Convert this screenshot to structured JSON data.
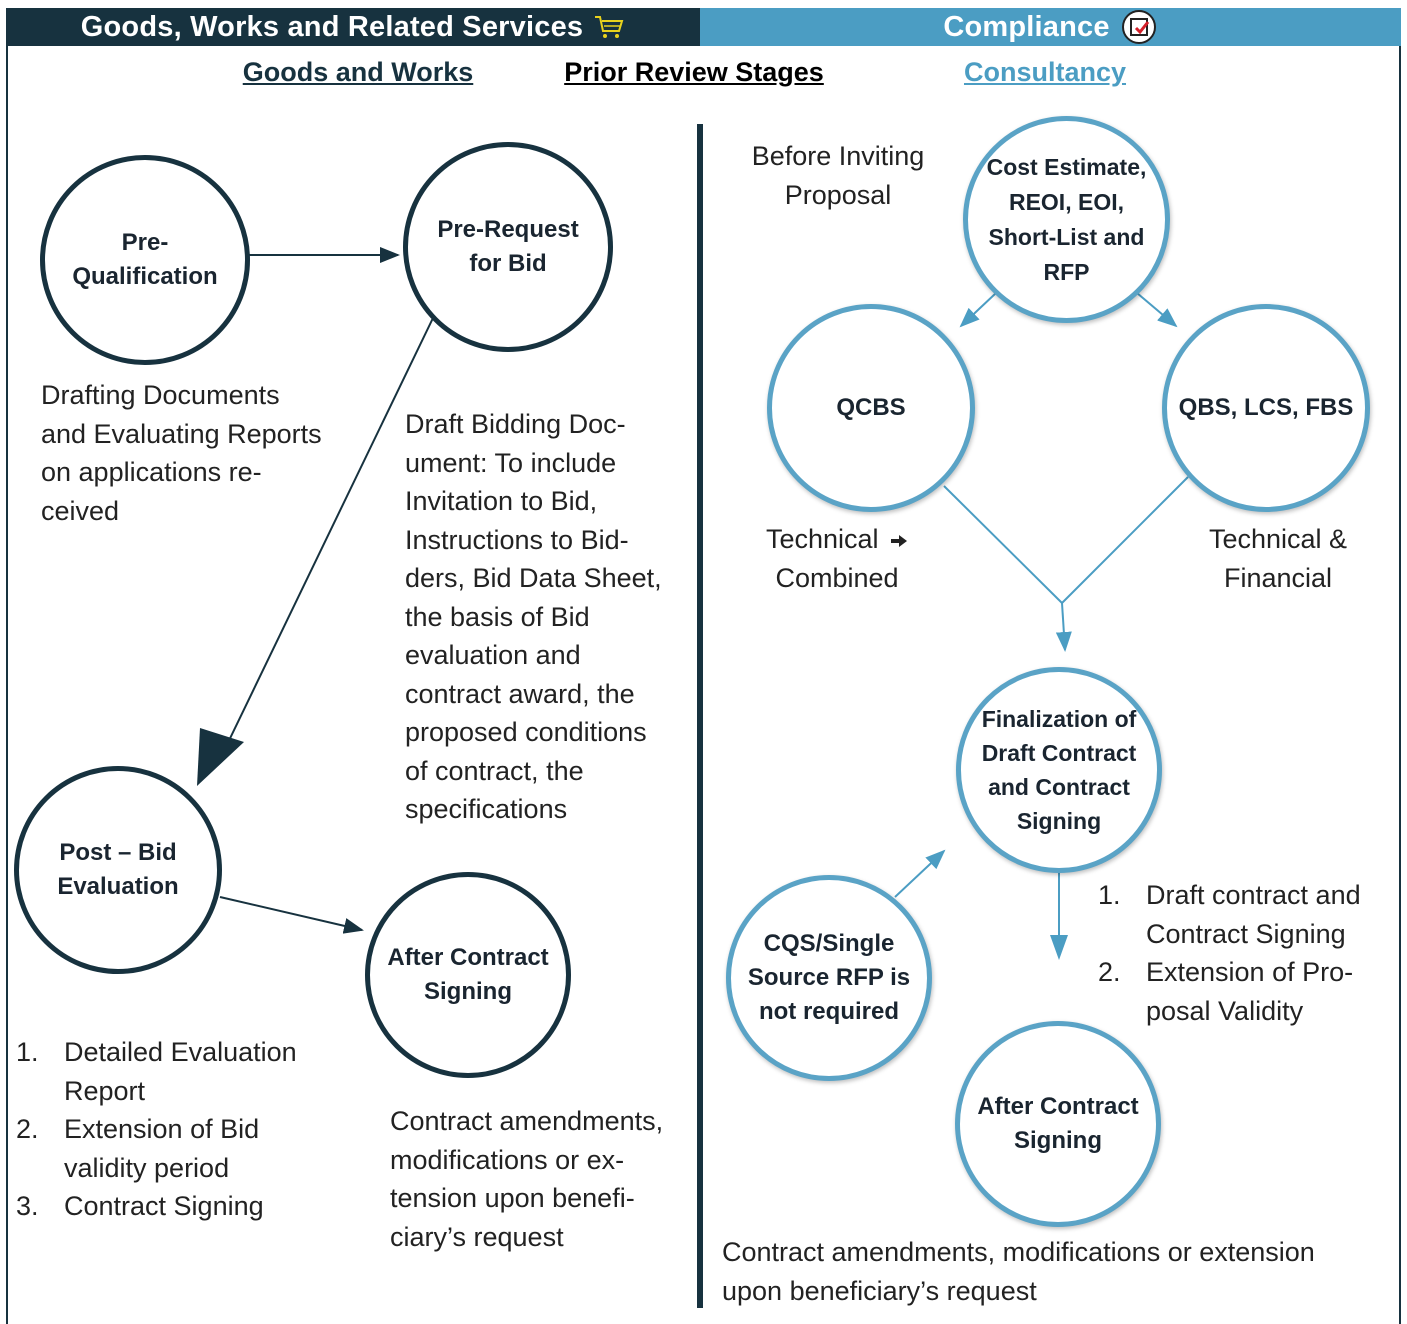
{
  "header": {
    "left_title": "Goods, Works and Related Services",
    "right_title": "Compliance",
    "colors": {
      "left_bg": "#17323f",
      "right_bg": "#4b9dc3",
      "cart_icon": "#e8d21d"
    }
  },
  "nav": {
    "goods_works": "Goods and Works",
    "prior_review": "Prior Review Stages",
    "consultancy": "Consultancy"
  },
  "goods": {
    "pre_qualification": "Pre-\nQualification",
    "pre_request": "Pre-Request\nfor Bid",
    "post_bid": "Post – Bid\nEvaluation",
    "after_contract": "After Contract\nSigning",
    "prequal_note": "Drafting Documents\nand Evaluating Reports\non applications re-\nceived",
    "prerequest_note": "Draft Bidding Doc-\nument: To include\nInvitation to Bid,\nInstructions to Bid-\nders, Bid Data Sheet,\nthe basis of Bid\nevaluation and\ncontract award, the\nproposed conditions\nof contract, the\nspecifications",
    "postbid_list": [
      {
        "n": "1.",
        "text": "Detailed Evaluation\nReport"
      },
      {
        "n": "2.",
        "text": "Extension of Bid\nvalidity period"
      },
      {
        "n": "3.",
        "text": "Contract Signing"
      }
    ],
    "after_note": "Contract amendments,\nmodifications or ex-\ntension upon benefi-\nciary’s request"
  },
  "consultancy": {
    "before_inviting": "Before Inviting\nProposal",
    "cost_estimate": "Cost Estimate,\nREOI, EOI,\nShort-List and\nRFP",
    "qcbs": "QCBS",
    "qbs": "QBS, LCS, FBS",
    "technical_combined_a": "Technical",
    "technical_combined_b": "Combined",
    "technical_financial": "Technical &\nFinancial",
    "finalization": "Finalization of\nDraft Contract\nand Contract\nSigning",
    "cqs": "CQS/Single\nSource RFP is\nnot required",
    "final_list": [
      {
        "n": "1.",
        "text": "Draft contract and\nContract Signing"
      },
      {
        "n": "2.",
        "text": "Extension of Pro-\nposal Validity"
      }
    ],
    "after_contract": "After Contract\nSigning",
    "after_note": "Contract amendments, modifications or extension\nupon beneficiary’s request"
  }
}
